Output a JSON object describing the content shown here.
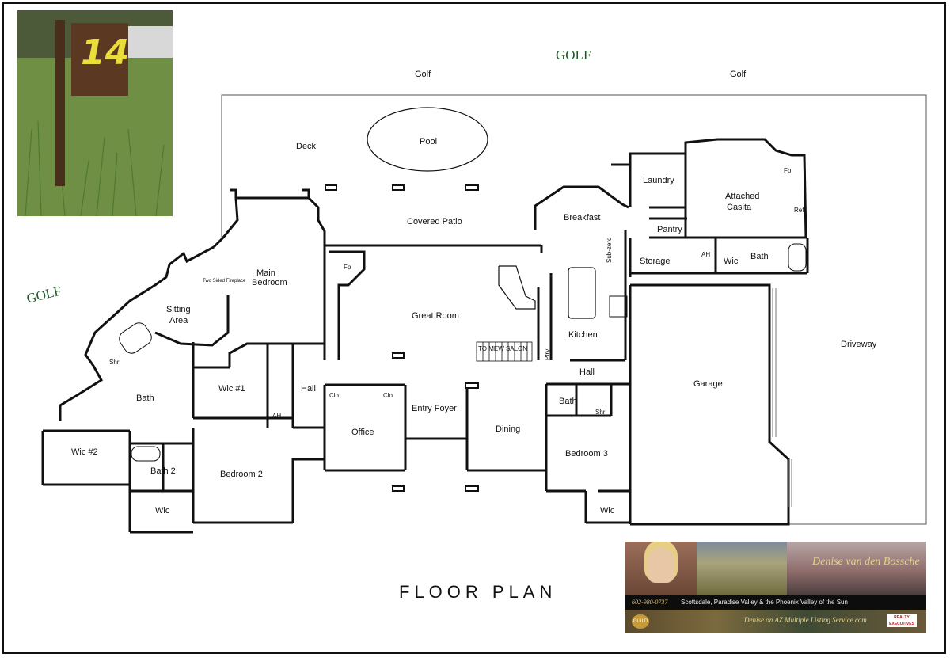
{
  "photo": {
    "sign_number": "14"
  },
  "labels": {
    "golf_main": "GOLF",
    "golf_side": "GOLF",
    "golf_left": "Golf",
    "golf_right": "Golf",
    "title": "FLOOR PLAN"
  },
  "rooms": {
    "deck": "Deck",
    "pool": "Pool",
    "covered_patio": "Covered Patio",
    "laundry": "Laundry",
    "attached_casita_1": "Attached",
    "attached_casita_2": "Casita",
    "breakfast": "Breakfast",
    "pantry": "Pantry",
    "storage": "Storage",
    "ah_casita": "AH",
    "wic_casita": "Wic",
    "bath_casita": "Bath",
    "fp_casita": "Fp",
    "ref": "Ref",
    "sub_zero": "Sub-zero",
    "main_bedroom_1": "Main",
    "main_bedroom_2": "Bedroom",
    "fp_main": "Fp",
    "two_sided_fireplace": "Two Sided Fireplace",
    "sitting_area_1": "Sitting",
    "sitting_area_2": "Area",
    "great_room": "Great Room",
    "to_mew_salon": "TO MEW SALON",
    "ptry": "Ptry",
    "kitchen": "Kitchen",
    "driveway": "Driveway",
    "shr_main": "Shr",
    "bath_main": "Bath",
    "wic1": "Wic #1",
    "hall_left": "Hall",
    "ah_left": "AH",
    "clo1": "Clo",
    "clo2": "Clo",
    "entry_foyer": "Entry Foyer",
    "office": "Office",
    "dining": "Dining",
    "hall_right": "Hall",
    "bath3": "Bath",
    "shr3": "Shr",
    "bedroom3": "Bedroom 3",
    "wic3": "Wic",
    "garage": "Garage",
    "wic2": "Wic #2",
    "bath2": "Bath 2",
    "wic_bed2": "Wic",
    "bedroom2": "Bedroom 2"
  },
  "banner": {
    "agent_name": "Denise van den Bossche",
    "phone": "602-980-0737",
    "towns": "Scottsdale, Paradise Valley & the Phoenix Valley of the Sun",
    "mls": "Denise on AZ Multiple Listing Service.com",
    "guild": "GUILD",
    "realty": "REALTY EXECUTIVES"
  },
  "colors": {
    "golf_green": "#1f5a2a",
    "wall": "#111111",
    "banner_gold": "#e7d38a"
  }
}
